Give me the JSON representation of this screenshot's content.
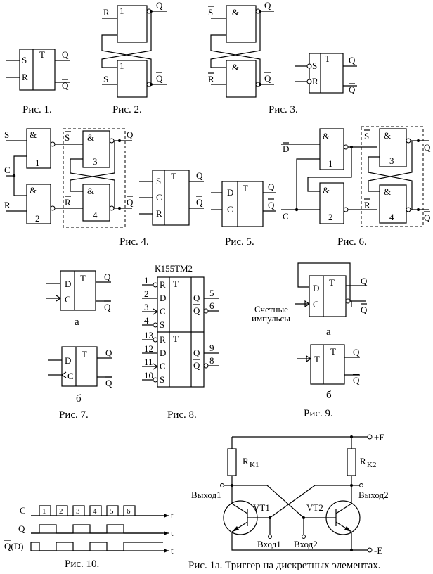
{
  "captions": {
    "fig1": "Рис. 1.",
    "fig2": "Рис. 2.",
    "fig3": "Рис. 3.",
    "fig4": "Рис. 4.",
    "fig5": "Рис. 5.",
    "fig6": "Рис. 6.",
    "fig7": "Рис. 7.",
    "fig8": "Рис. 8.",
    "fig9": "Рис. 9.",
    "fig10": "Рис. 10.",
    "fig1a": "Рис. 1а. Триггер на дискретных элементах."
  },
  "labels": {
    "S": "S",
    "R": "R",
    "T": "T",
    "Q": "Q",
    "C": "C",
    "D": "D",
    "and": "&",
    "or1": "1",
    "n1": "1",
    "n2": "2",
    "n3": "3",
    "n4": "4",
    "sub_a": "а",
    "sub_b": "б"
  },
  "fig8": {
    "chip": "К155ТМ2",
    "pins_left": [
      "1",
      "2",
      "3",
      "4",
      "13",
      "12",
      "11",
      "10"
    ],
    "pins_right": [
      "5",
      "6",
      "9",
      "8"
    ]
  },
  "fig9": {
    "count_pulses_line1": "Счетные",
    "count_pulses_line2": "импульсы"
  },
  "fig10": {
    "clock_numbers": [
      "1",
      "2",
      "3",
      "4",
      "5",
      "6"
    ],
    "row_labels": [
      "C",
      "Q",
      "Q(D)"
    ],
    "time": "t"
  },
  "fig1a": {
    "plus_e": "+E",
    "minus_e": "-E",
    "rk1": "R",
    "rk1_sub": "K1",
    "rk2": "R",
    "rk2_sub": "K2",
    "out1": "Выход1",
    "out2": "Выход2",
    "vt1": "VT1",
    "vt2": "VT2",
    "in1": "Вход1",
    "in2": "Вход2"
  }
}
